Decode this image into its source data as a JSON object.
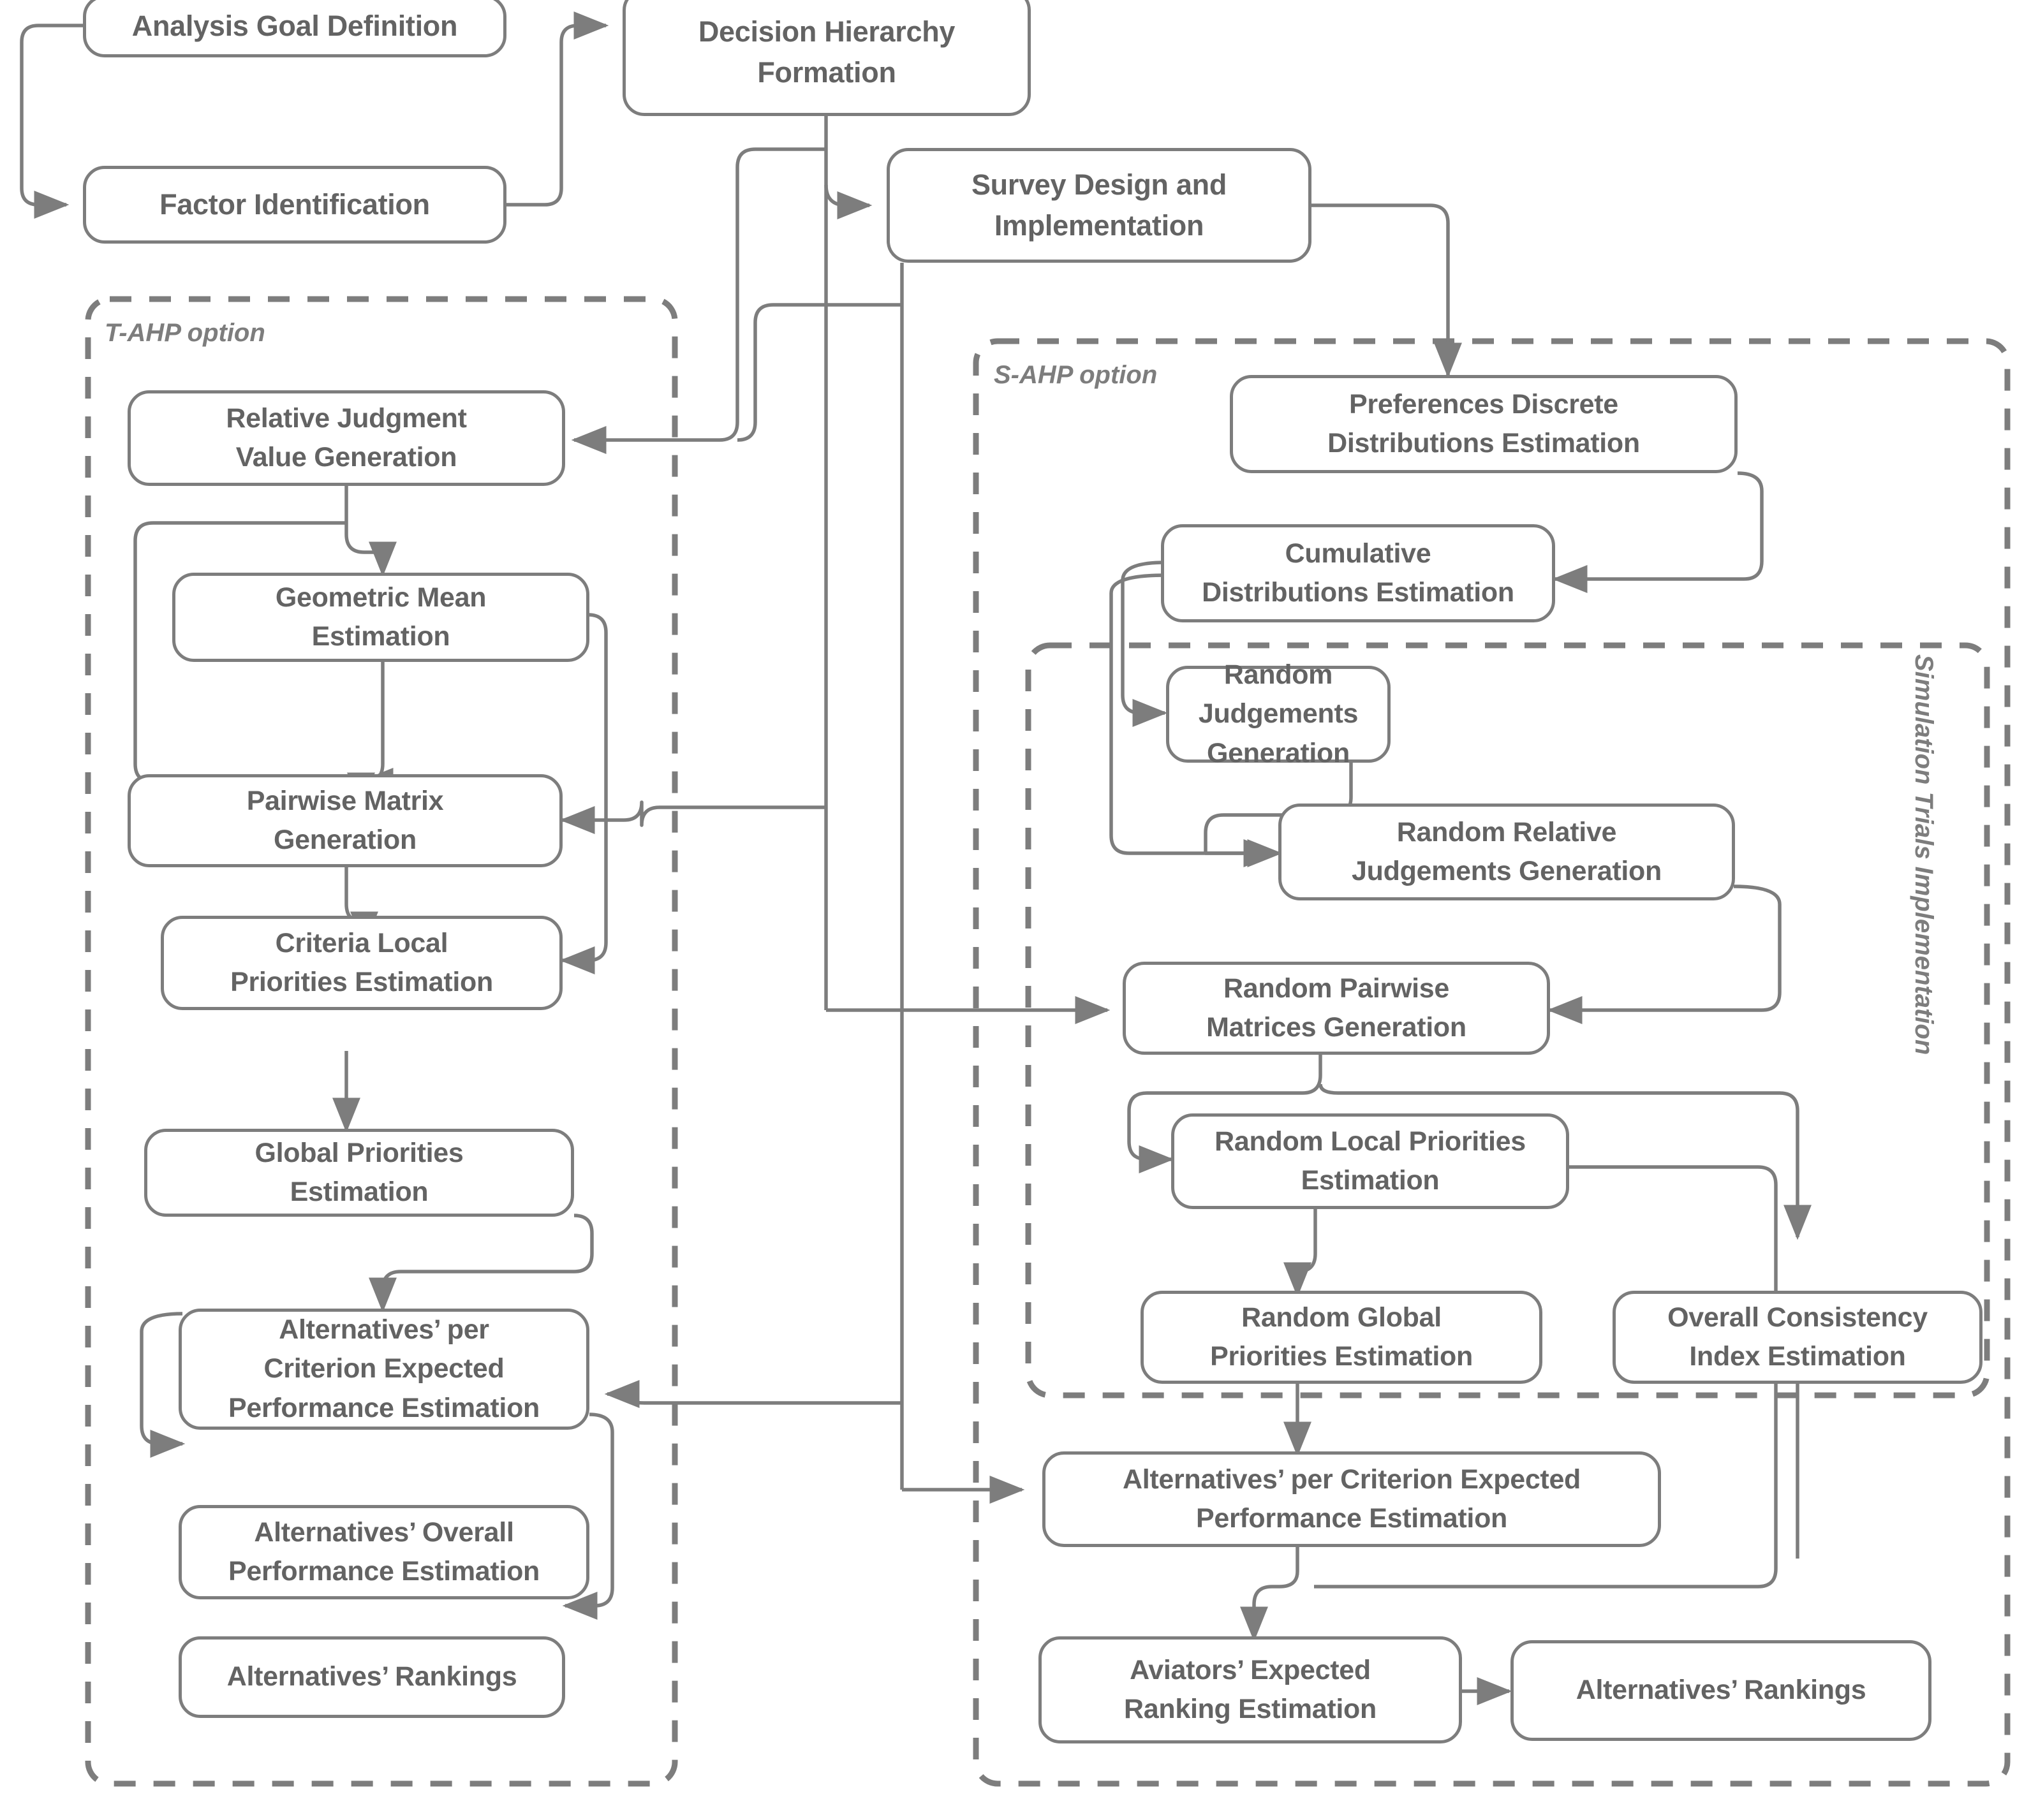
{
  "diagram": {
    "title": "AHP methodology flowchart",
    "stroke_color": "#7d7d7d",
    "text_color": "#636363",
    "background": "#ffffff"
  },
  "groups": [
    {
      "id": "t-ahp",
      "label": "T-AHP option"
    },
    {
      "id": "s-ahp",
      "label": "S-AHP option"
    },
    {
      "id": "sim-trials",
      "label": "Simulation Trials Implementation"
    }
  ],
  "nodes": {
    "analysis_goal": "Analysis Goal Definition",
    "factor_identification": "Factor Identification",
    "decision_hierarchy": "Decision Hierarchy Formation",
    "survey_design": "Survey Design and Implementation",
    "relative_judgment": "Relative Judgment Value Generation",
    "geometric_mean": "Geometric Mean Estimation",
    "pairwise_matrix": "Pairwise Matrix Generation",
    "criteria_local": "Criteria Local Priorities Estimation",
    "global_priorities": "Global Priorities Estimation",
    "alt_per_criterion_t": "Alternatives’ per Criterion Expected Performance Estimation",
    "alt_overall_t": "Alternatives’ Overall Performance Estimation",
    "alt_rankings_t": "Alternatives’ Rankings",
    "pref_discrete": "Preferences Discrete Distributions Estimation",
    "cumulative_dist": "Cumulative Distributions Estimation",
    "random_judgements": "Random Judgements Generation",
    "random_relative": "Random Relative Judgements Generation",
    "random_pairwise": "Random Pairwise Matrices Generation",
    "random_local": "Random Local Priorities Estimation",
    "random_global": "Random Global Priorities Estimation",
    "overall_consistency": "Overall Consistency Index Estimation",
    "alt_per_criterion_s": "Alternatives’ per Criterion Expected Performance Estimation",
    "aviators_ranking": "Aviators’ Expected Ranking Estimation",
    "alt_rankings_s": "Alternatives’ Rankings"
  },
  "node_lines": {
    "analysis_goal": [
      "Analysis Goal Definition"
    ],
    "factor_identification": [
      "Factor Identification"
    ],
    "decision_hierarchy": [
      "Decision Hierarchy",
      "Formation"
    ],
    "survey_design": [
      "Survey Design and",
      "Implementation"
    ],
    "relative_judgment": [
      "Relative Judgment",
      "Value Generation"
    ],
    "geometric_mean": [
      "Geometric Mean",
      "Estimation"
    ],
    "pairwise_matrix": [
      "Pairwise Matrix",
      "Generation"
    ],
    "criteria_local": [
      "Criteria Local",
      "Priorities Estimation"
    ],
    "global_priorities": [
      "Global Priorities",
      "Estimation"
    ],
    "alt_per_criterion_t": [
      "Alternatives’ per",
      "Criterion Expected",
      "Performance Estimation"
    ],
    "alt_overall_t": [
      "Alternatives’ Overall",
      "Performance Estimation"
    ],
    "alt_rankings_t": [
      "Alternatives’ Rankings"
    ],
    "pref_discrete": [
      "Preferences Discrete",
      "Distributions Estimation"
    ],
    "cumulative_dist": [
      "Cumulative",
      "Distributions Estimation"
    ],
    "random_judgements": [
      "Random Judgements",
      "Generation"
    ],
    "random_relative": [
      "Random Relative",
      "Judgements Generation"
    ],
    "random_pairwise": [
      "Random Pairwise",
      "Matrices Generation"
    ],
    "random_local": [
      "Random Local Priorities",
      "Estimation"
    ],
    "random_global": [
      "Random Global",
      "Priorities Estimation"
    ],
    "overall_consistency": [
      "Overall Consistency",
      "Index Estimation"
    ],
    "alt_per_criterion_s": [
      "Alternatives’ per Criterion Expected",
      "Performance Estimation"
    ],
    "aviators_ranking": [
      "Aviators’ Expected",
      "Ranking Estimation"
    ],
    "alt_rankings_s": [
      "Alternatives’ Rankings"
    ]
  },
  "edges": [
    {
      "from": "analysis_goal",
      "to": "factor_identification"
    },
    {
      "from": "factor_identification",
      "to": "decision_hierarchy"
    },
    {
      "from": "decision_hierarchy",
      "to": "survey_design"
    },
    {
      "from": "decision_hierarchy",
      "to": "relative_judgment"
    },
    {
      "from": "decision_hierarchy",
      "to": "pairwise_matrix"
    },
    {
      "from": "decision_hierarchy",
      "to": "random_pairwise"
    },
    {
      "from": "survey_design",
      "to": "pref_discrete"
    },
    {
      "from": "survey_design",
      "to": "relative_judgment"
    },
    {
      "from": "survey_design",
      "to": "alt_per_criterion_t"
    },
    {
      "from": "survey_design",
      "to": "alt_per_criterion_s"
    },
    {
      "from": "relative_judgment",
      "to": "geometric_mean"
    },
    {
      "from": "relative_judgment",
      "to": "pairwise_matrix"
    },
    {
      "from": "geometric_mean",
      "to": "pairwise_matrix"
    },
    {
      "from": "geometric_mean",
      "to": "criteria_local"
    },
    {
      "from": "pairwise_matrix",
      "to": "criteria_local"
    },
    {
      "from": "criteria_local",
      "to": "global_priorities"
    },
    {
      "from": "global_priorities",
      "to": "alt_per_criterion_t"
    },
    {
      "from": "alt_per_criterion_t",
      "to": "alt_overall_t"
    },
    {
      "from": "alt_overall_t",
      "to": "alt_rankings_t"
    },
    {
      "from": "pref_discrete",
      "to": "cumulative_dist"
    },
    {
      "from": "cumulative_dist",
      "to": "random_judgements"
    },
    {
      "from": "cumulative_dist",
      "to": "random_relative"
    },
    {
      "from": "random_judgements",
      "to": "random_relative"
    },
    {
      "from": "random_relative",
      "to": "random_pairwise"
    },
    {
      "from": "random_pairwise",
      "to": "random_local"
    },
    {
      "from": "random_local",
      "to": "random_global"
    },
    {
      "from": "random_local",
      "to": "overall_consistency"
    },
    {
      "from": "random_pairwise",
      "to": "overall_consistency"
    },
    {
      "from": "random_global",
      "to": "alt_per_criterion_s"
    },
    {
      "from": "alt_per_criterion_s",
      "to": "aviators_ranking"
    },
    {
      "from": "overall_consistency",
      "to": "aviators_ranking"
    },
    {
      "from": "aviators_ranking",
      "to": "alt_rankings_s"
    }
  ]
}
